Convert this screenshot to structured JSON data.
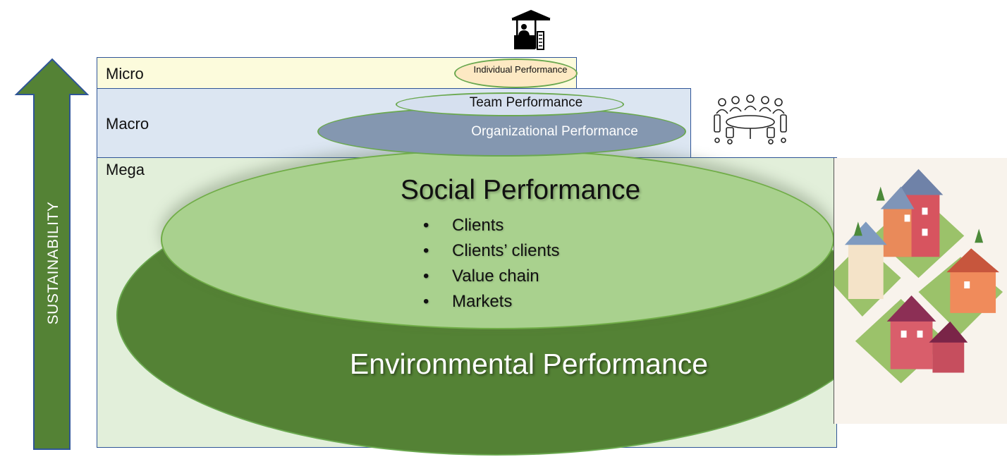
{
  "levels": {
    "micro": "Micro",
    "macro": "Macro",
    "mega": "Mega"
  },
  "arrow_label": "SUSTAINABILITY",
  "performance": {
    "individual": "Individual Performance",
    "team": "Team Performance",
    "organizational": "Organizational Performance",
    "social": "Social Performance",
    "environmental": "Environmental Performance"
  },
  "social_items": [
    "Clients",
    "Clients’ clients",
    "Value chain",
    "Markets"
  ],
  "icons": {
    "individual": "market-vendor-icon",
    "organizational": "meeting-table-icon",
    "social": "village-houses-illustration"
  },
  "colors": {
    "micro_band": "#fcfbdc",
    "macro_band": "#dce6f2",
    "mega_band": "#e2efda",
    "environmental": "#548235",
    "social": "#a9d18e",
    "organizational": "#8497b0",
    "team": "#d6e0ef",
    "individual": "#fde9c3",
    "arrow": "#548235"
  }
}
